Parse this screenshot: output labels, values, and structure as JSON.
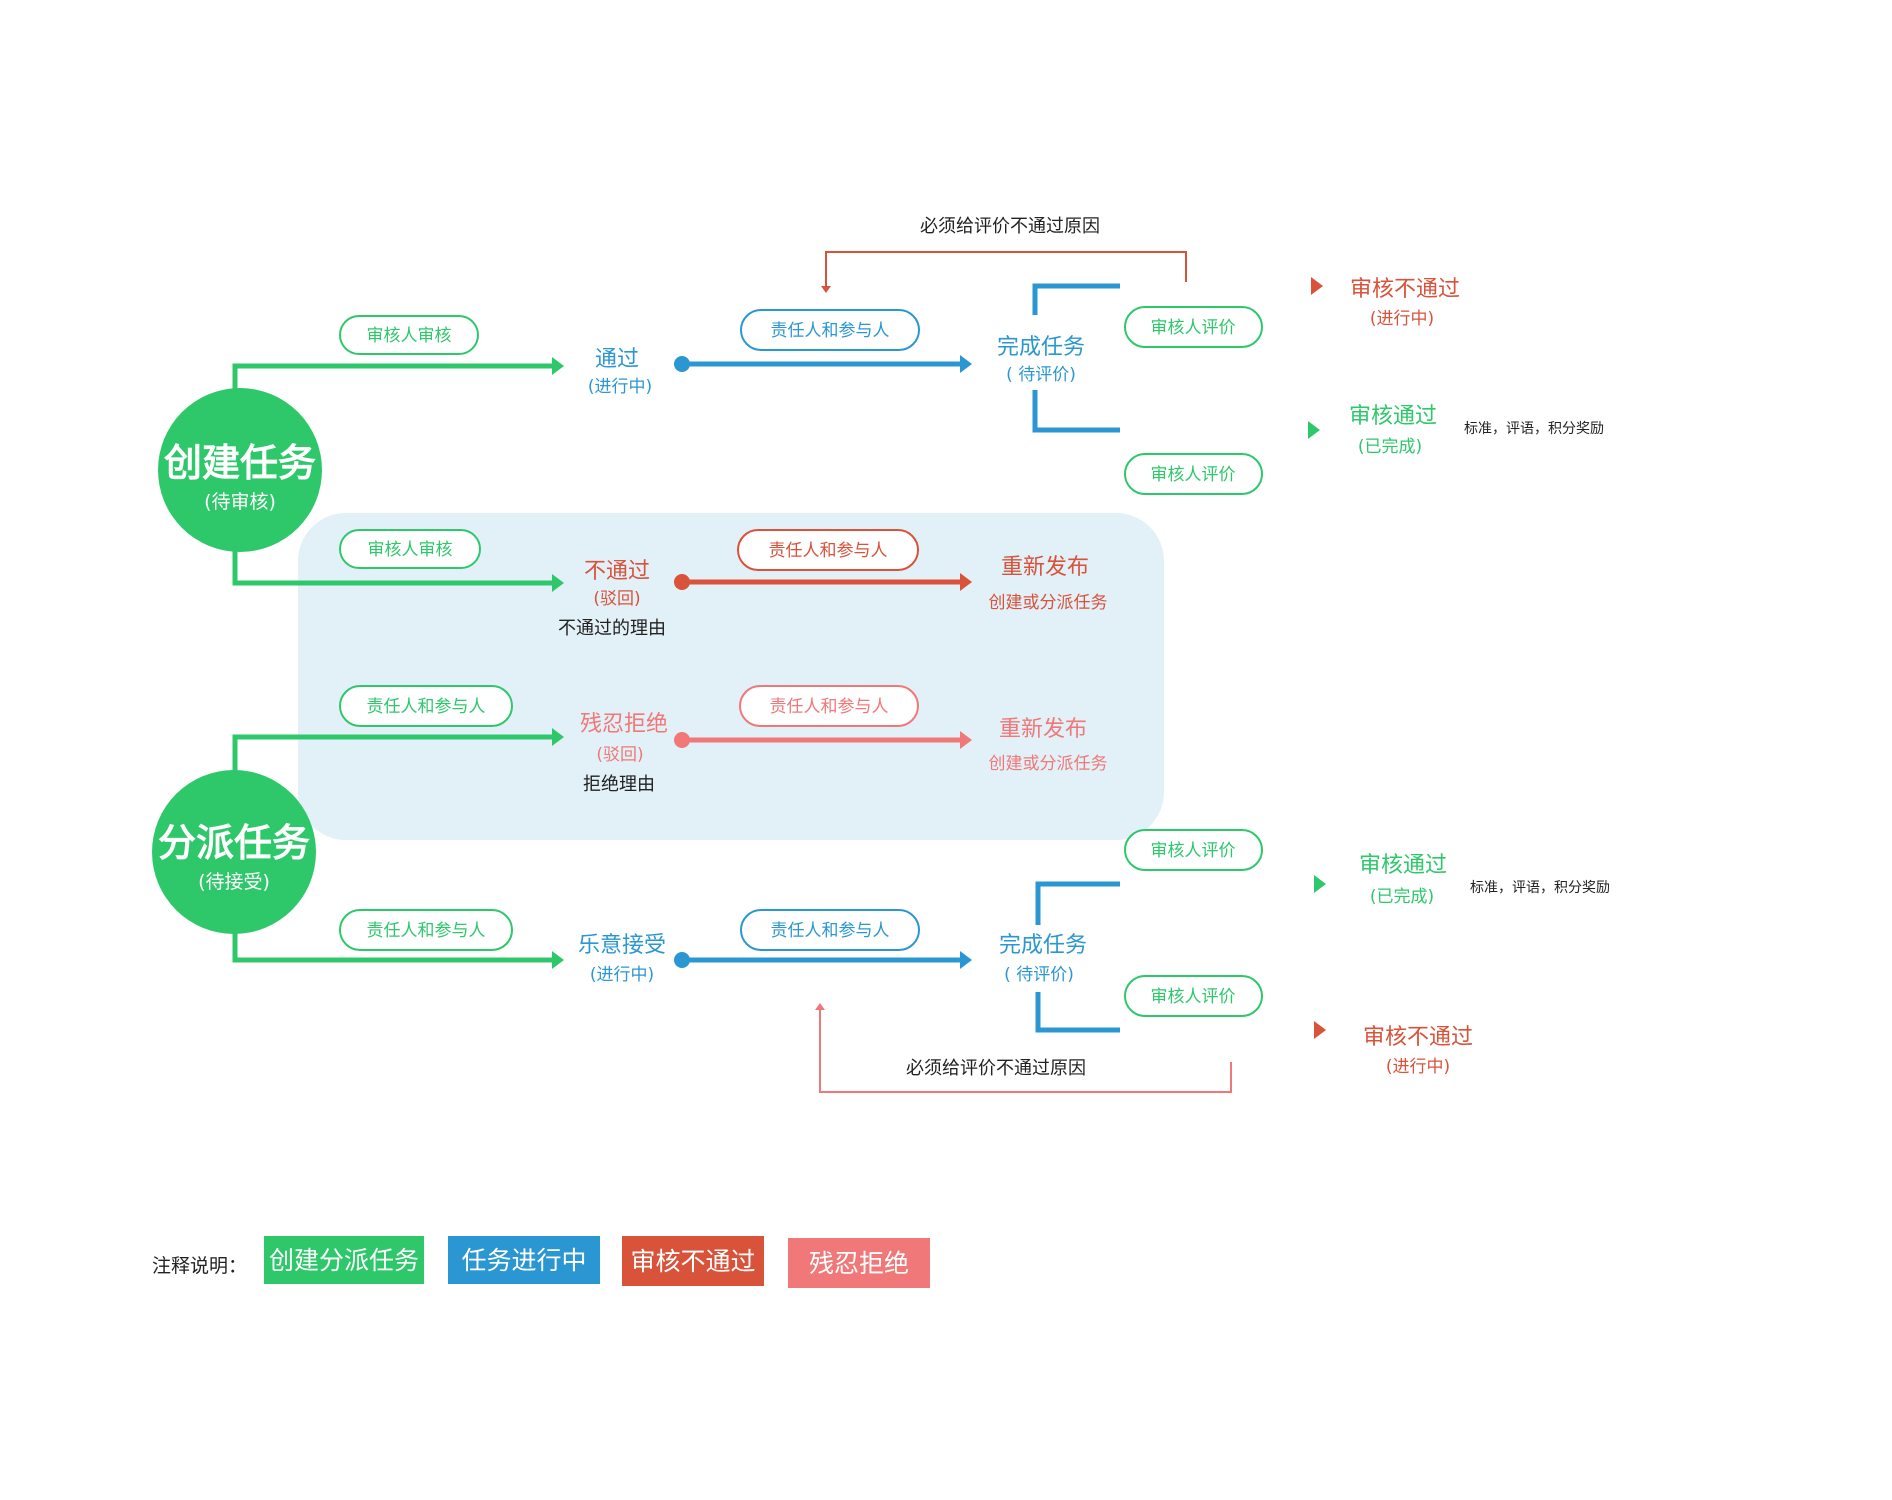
{
  "colors": {
    "green": "#2ec86b",
    "blue": "#2b97d2",
    "red": "#d9523a",
    "pink": "#f07878",
    "highlight": "#e2f0f8",
    "black": "#222222"
  },
  "start_nodes": {
    "create": {
      "title": "创建任务",
      "status": "(待审核)"
    },
    "assign": {
      "title": "分派任务",
      "status": "(待接受)"
    }
  },
  "pills": {
    "reviewer_review_1": "审核人审核",
    "reviewer_review_2": "审核人审核",
    "owner_participant_1": "责任人和参与人",
    "owner_participant_2": "责任人和参与人",
    "owner_participant_3": "责任人和参与人",
    "owner_participant_4": "责任人和参与人",
    "owner_participant_5": "责任人和参与人",
    "owner_participant_6": "责任人和参与人",
    "reviewer_eval_1": "审核人评价",
    "reviewer_eval_2": "审核人评价",
    "reviewer_eval_3": "审核人评价",
    "reviewer_eval_4": "审核人评价"
  },
  "nodes": {
    "pass": {
      "title": "通过",
      "status": "(进行中)"
    },
    "fail": {
      "title": "不通过",
      "status": "(驳回)",
      "note": "不通过的理由"
    },
    "cruel_reject": {
      "title": "残忍拒绝",
      "status": "(驳回)",
      "note": "拒绝理由"
    },
    "accept": {
      "title": "乐意接受",
      "status": "(进行中)"
    },
    "complete_top": {
      "title": "完成任务",
      "status": "( 待评价)"
    },
    "complete_bottom": {
      "title": "完成任务",
      "status": "( 待评价)"
    },
    "republish_1": {
      "title": "重新发布",
      "status": "创建或分派任务"
    },
    "republish_2": {
      "title": "重新发布",
      "status": "创建或分派任务"
    },
    "review_fail_top": {
      "title": "审核不通过",
      "status": "(进行中)"
    },
    "review_pass_top": {
      "title": "审核通过",
      "status": "(已完成)",
      "note": "标准，评语，积分奖励"
    },
    "review_pass_bottom": {
      "title": "审核通过",
      "status": "(已完成)",
      "note": "标准，评语，积分奖励"
    },
    "review_fail_bottom": {
      "title": "审核不通过",
      "status": "(进行中)"
    }
  },
  "feedback": {
    "top": "必须给评价不通过原因",
    "bottom": "必须给评价不通过原因"
  },
  "legend": {
    "label": "注释说明：",
    "items": [
      {
        "label": "创建分派任务",
        "color": "#2ec86b"
      },
      {
        "label": "任务进行中",
        "color": "#2b97d2"
      },
      {
        "label": "审核不通过",
        "color": "#d9523a"
      },
      {
        "label": "残忍拒绝",
        "color": "#f07878"
      }
    ]
  }
}
